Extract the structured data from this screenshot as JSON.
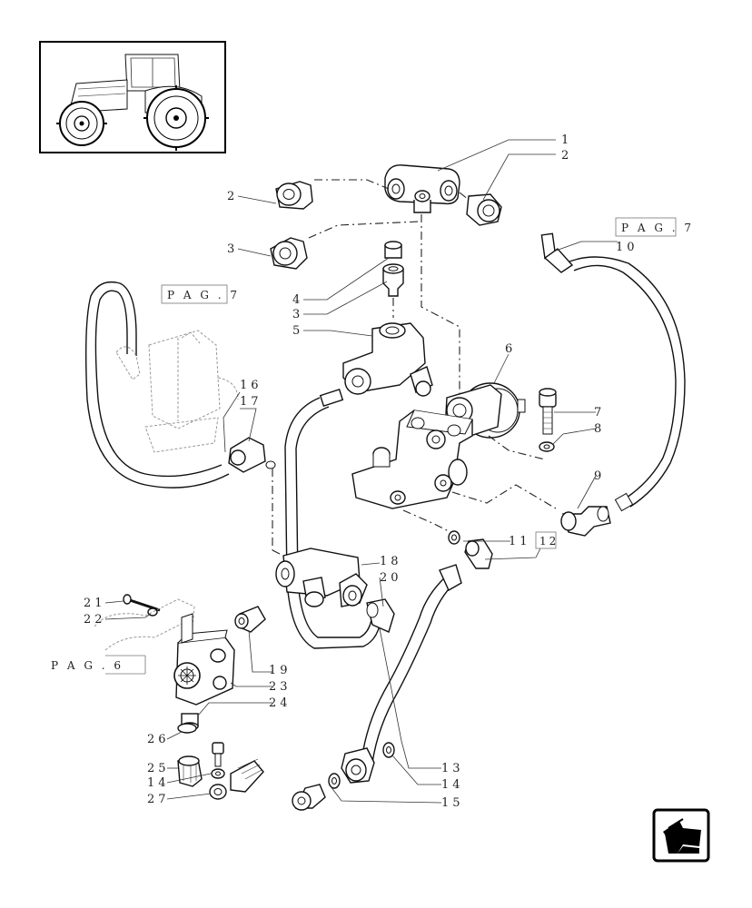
{
  "thumbnail": {
    "icon": "tractor-icon"
  },
  "refs": {
    "pag7_top": "P A G .  7",
    "pag7_left": "P A G .  7",
    "pag6": "P A G . 6"
  },
  "callouts": {
    "c1": "1",
    "c2a": "2",
    "c2b": "2",
    "c3a": "3",
    "c3b": "3",
    "c4": "4",
    "c5": "5",
    "c6": "6",
    "c7": "7",
    "c8": "8",
    "c9": "9",
    "c10": "10",
    "c11": "11",
    "c12": "12",
    "c13": "13",
    "c14a": "14",
    "c14b": "14",
    "c15": "15",
    "c16": "16",
    "c17": "17",
    "c18": "18",
    "c19": "19",
    "c20": "20",
    "c21": "21",
    "c22": "22",
    "c23": "23",
    "c24": "24",
    "c25": "25",
    "c26": "26",
    "c27": "27"
  },
  "nav": {
    "icon": "next-page-arrow-icon"
  }
}
